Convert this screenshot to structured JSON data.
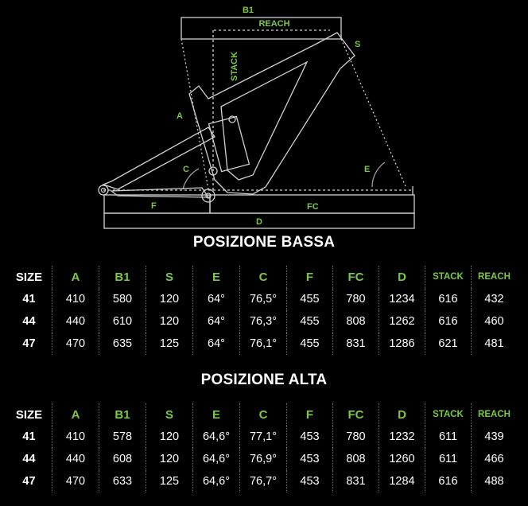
{
  "diagram": {
    "labels": {
      "b1": "B1",
      "reach": "REACH",
      "stack": "STACK",
      "s": "S",
      "a": "A",
      "c": "C",
      "e": "E",
      "f": "F",
      "fc": "FC",
      "d": "D"
    },
    "colors": {
      "label_green": "#7ac943",
      "frame_line": "#d0d0d0",
      "background": "#000000"
    }
  },
  "tables": [
    {
      "title": "POSIZIONE BASSA",
      "headers": [
        "SIZE",
        "A",
        "B1",
        "S",
        "E",
        "C",
        "F",
        "FC",
        "D",
        "STACK",
        "REACH"
      ],
      "rows": [
        [
          "41",
          "410",
          "580",
          "120",
          "64°",
          "76,5°",
          "455",
          "780",
          "1234",
          "616",
          "432"
        ],
        [
          "44",
          "440",
          "610",
          "120",
          "64°",
          "76,3°",
          "455",
          "808",
          "1262",
          "616",
          "460"
        ],
        [
          "47",
          "470",
          "635",
          "125",
          "64°",
          "76,1°",
          "455",
          "831",
          "1286",
          "621",
          "481"
        ]
      ]
    },
    {
      "title": "POSIZIONE ALTA",
      "headers": [
        "SIZE",
        "A",
        "B1",
        "S",
        "E",
        "C",
        "F",
        "FC",
        "D",
        "STACK",
        "REACH"
      ],
      "rows": [
        [
          "41",
          "410",
          "578",
          "120",
          "64,6°",
          "77,1°",
          "453",
          "780",
          "1232",
          "611",
          "439"
        ],
        [
          "44",
          "440",
          "608",
          "120",
          "64,6°",
          "76,9°",
          "453",
          "808",
          "1260",
          "611",
          "466"
        ],
        [
          "47",
          "470",
          "633",
          "125",
          "64,6°",
          "76,7°",
          "453",
          "831",
          "1284",
          "616",
          "488"
        ]
      ]
    }
  ]
}
